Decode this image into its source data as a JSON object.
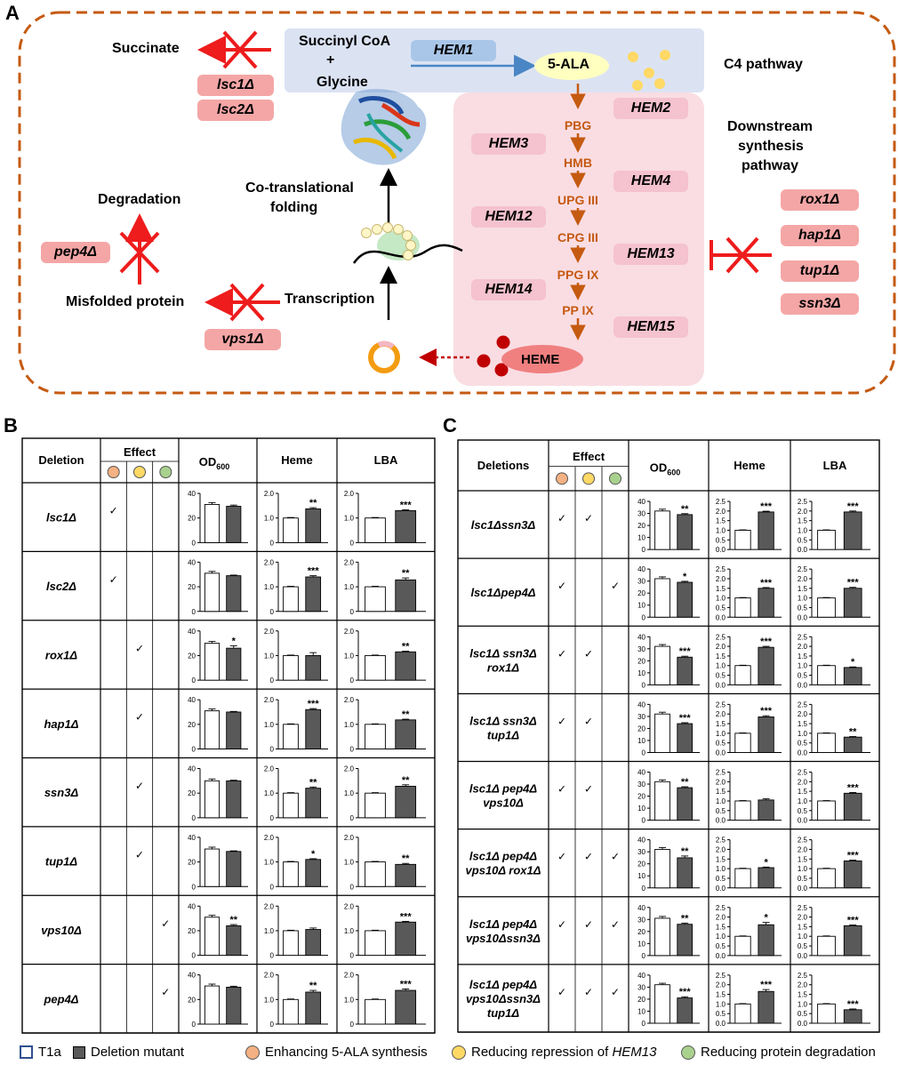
{
  "panels": {
    "a": "A",
    "b": "B",
    "c": "C"
  },
  "colors": {
    "orange": "#f4b183",
    "yellow": "#ffd966",
    "green": "#a9d18e",
    "arrow_red": "#ee1c1c",
    "pathway": "#c55a11",
    "bar_dark": "#595959"
  },
  "diagram": {
    "succinate": "Succinate",
    "succinyl": "Succinyl CoA",
    "plus": "+",
    "glycine": "Glycine",
    "hem1": "HEM1",
    "ala": "5-ALA",
    "c4": "C4 pathway",
    "downstream": [
      "Downstream",
      "synthesis",
      "pathway"
    ],
    "lsc1": "lsc1Δ",
    "lsc2": "lsc2Δ",
    "degradation": "Degradation",
    "pep4": "pep4Δ",
    "cotrans": [
      "Co-translational",
      "folding"
    ],
    "misfolded": "Misfolded protein",
    "transcription": "Transcription",
    "vps1": "vps1Δ",
    "steps": [
      "PBG",
      "HMB",
      "UPG III",
      "CPG III",
      "PPG IX",
      "PP IX"
    ],
    "heme": "HEME",
    "hem_left": [
      "HEM3",
      "HEM12",
      "HEM14"
    ],
    "hem_right": [
      "HEM2",
      "HEM4",
      "HEM13",
      "HEM15"
    ],
    "repressors": [
      "rox1Δ",
      "hap1Δ",
      "tup1Δ",
      "ssn3Δ"
    ]
  },
  "table_b": {
    "head_deletion": "Deletion",
    "head_effect": "Effect",
    "head_od": "OD",
    "head_od_sub": "600",
    "head_heme": "Heme",
    "head_lba": "LBA",
    "check": "✓",
    "rows": [
      {
        "name": "lsc1Δ",
        "effects": [
          true,
          false,
          false
        ]
      },
      {
        "name": "lsc2Δ",
        "effects": [
          true,
          false,
          false
        ]
      },
      {
        "name": "rox1Δ",
        "effects": [
          false,
          true,
          false
        ]
      },
      {
        "name": "hap1Δ",
        "effects": [
          false,
          true,
          false
        ]
      },
      {
        "name": "ssn3Δ",
        "effects": [
          false,
          true,
          false
        ]
      },
      {
        "name": "tup1Δ",
        "effects": [
          false,
          true,
          false
        ]
      },
      {
        "name": "vps10Δ",
        "effects": [
          false,
          false,
          true
        ]
      },
      {
        "name": "pep4Δ",
        "effects": [
          false,
          false,
          true
        ]
      }
    ]
  },
  "table_c": {
    "head_deletion": "Deletions",
    "head_effect": "Effect",
    "head_od": "OD",
    "head_od_sub": "600",
    "head_heme": "Heme",
    "head_lba": "LBA",
    "check": "✓",
    "rows": [
      {
        "lines": [
          "lsc1Δssn3Δ"
        ],
        "effects": [
          true,
          true,
          false
        ]
      },
      {
        "lines": [
          "lsc1Δpep4Δ"
        ],
        "effects": [
          true,
          false,
          true
        ]
      },
      {
        "lines": [
          "lsc1Δ ssn3Δ",
          "rox1Δ"
        ],
        "effects": [
          true,
          true,
          false
        ]
      },
      {
        "lines": [
          "lsc1Δ ssn3Δ",
          "tup1Δ"
        ],
        "effects": [
          true,
          true,
          false
        ]
      },
      {
        "lines": [
          "lsc1Δ pep4Δ",
          "vps10Δ"
        ],
        "effects": [
          true,
          true,
          false
        ]
      },
      {
        "lines": [
          "lsc1Δ pep4Δ",
          "vps10Δ rox1Δ"
        ],
        "effects": [
          true,
          true,
          true
        ]
      },
      {
        "lines": [
          "lsc1Δ pep4Δ",
          "vps10Δssn3Δ"
        ],
        "effects": [
          true,
          true,
          true
        ]
      },
      {
        "lines": [
          "lsc1Δ pep4Δ",
          "vps10Δssn3Δ",
          "tup1Δ"
        ],
        "effects": [
          true,
          true,
          true
        ]
      }
    ]
  },
  "chart_data": [
    {
      "type": "bar",
      "id": "B-OD600",
      "categories": [
        "T1a",
        "Deletion mutant"
      ],
      "ticks": [
        "0",
        "20",
        "40"
      ],
      "ylim": [
        0,
        40
      ],
      "rows": [
        {
          "values": [
            31,
            29.5
          ],
          "errors": [
            1.5,
            1
          ],
          "sig": ""
        },
        {
          "values": [
            31,
            29
          ],
          "errors": [
            1.5,
            0.5
          ],
          "sig": ""
        },
        {
          "values": [
            30,
            26
          ],
          "errors": [
            1.5,
            2
          ],
          "sig": "*"
        },
        {
          "values": [
            31,
            30
          ],
          "errors": [
            1.5,
            0.5
          ],
          "sig": ""
        },
        {
          "values": [
            30,
            30
          ],
          "errors": [
            1.5,
            0.5
          ],
          "sig": ""
        },
        {
          "values": [
            30.5,
            28.5
          ],
          "errors": [
            1.5,
            0.5
          ],
          "sig": ""
        },
        {
          "values": [
            31,
            24
          ],
          "errors": [
            1.5,
            1
          ],
          "sig": "**"
        },
        {
          "values": [
            31,
            30
          ],
          "errors": [
            1.5,
            0.8
          ],
          "sig": ""
        }
      ]
    },
    {
      "type": "bar",
      "id": "B-Heme",
      "categories": [
        "T1a",
        "Deletion mutant"
      ],
      "ticks": [
        "0",
        "1.0",
        "2.0"
      ],
      "ylim": [
        0,
        2
      ],
      "rows": [
        {
          "values": [
            1.0,
            1.37
          ],
          "errors": [
            0.02,
            0.05
          ],
          "sig": "**"
        },
        {
          "values": [
            1.0,
            1.4
          ],
          "errors": [
            0.02,
            0.05
          ],
          "sig": "***"
        },
        {
          "values": [
            1.0,
            1.0
          ],
          "errors": [
            0.02,
            0.12
          ],
          "sig": ""
        },
        {
          "values": [
            1.0,
            1.6
          ],
          "errors": [
            0.02,
            0.04
          ],
          "sig": "***"
        },
        {
          "values": [
            1.0,
            1.2
          ],
          "errors": [
            0.02,
            0.05
          ],
          "sig": "**"
        },
        {
          "values": [
            1.0,
            1.1
          ],
          "errors": [
            0.02,
            0.03
          ],
          "sig": "*"
        },
        {
          "values": [
            1.0,
            1.05
          ],
          "errors": [
            0.02,
            0.06
          ],
          "sig": ""
        },
        {
          "values": [
            1.0,
            1.3
          ],
          "errors": [
            0.02,
            0.07
          ],
          "sig": "**"
        }
      ]
    },
    {
      "type": "bar",
      "id": "B-LBA",
      "categories": [
        "T1a",
        "Deletion mutant"
      ],
      "ticks": [
        "0",
        "1.0",
        "2.0"
      ],
      "ylim": [
        0,
        2
      ],
      "rows": [
        {
          "values": [
            1.0,
            1.3
          ],
          "errors": [
            0.02,
            0.03
          ],
          "sig": "***"
        },
        {
          "values": [
            1.0,
            1.28
          ],
          "errors": [
            0.02,
            0.08
          ],
          "sig": "**"
        },
        {
          "values": [
            1.0,
            1.15
          ],
          "errors": [
            0.02,
            0.03
          ],
          "sig": "**"
        },
        {
          "values": [
            1.0,
            1.18
          ],
          "errors": [
            0.02,
            0.03
          ],
          "sig": "**"
        },
        {
          "values": [
            1.0,
            1.28
          ],
          "errors": [
            0.02,
            0.06
          ],
          "sig": "**"
        },
        {
          "values": [
            1.0,
            0.9
          ],
          "errors": [
            0.02,
            0.04
          ],
          "sig": "**"
        },
        {
          "values": [
            1.0,
            1.35
          ],
          "errors": [
            0.02,
            0.03
          ],
          "sig": "***"
        },
        {
          "values": [
            1.0,
            1.37
          ],
          "errors": [
            0.02,
            0.06
          ],
          "sig": "***"
        }
      ]
    },
    {
      "type": "bar",
      "id": "C-OD600",
      "categories": [
        "T1a",
        "Deletion mutant"
      ],
      "ticks": [
        "0",
        "10",
        "20",
        "30",
        "40"
      ],
      "ylim": [
        0,
        40
      ],
      "rows": [
        {
          "values": [
            32,
            29
          ],
          "errors": [
            1.5,
            0.8
          ],
          "sig": "**"
        },
        {
          "values": [
            32,
            29
          ],
          "errors": [
            1.5,
            0.8
          ],
          "sig": "*"
        },
        {
          "values": [
            32,
            23
          ],
          "errors": [
            1.5,
            0.8
          ],
          "sig": "***"
        },
        {
          "values": [
            32,
            24
          ],
          "errors": [
            1.5,
            0.8
          ],
          "sig": "***"
        },
        {
          "values": [
            32,
            27
          ],
          "errors": [
            1.5,
            0.8
          ],
          "sig": "**"
        },
        {
          "values": [
            32,
            25
          ],
          "errors": [
            1.5,
            1.5
          ],
          "sig": "**"
        },
        {
          "values": [
            31,
            26
          ],
          "errors": [
            1.5,
            1
          ],
          "sig": "**"
        },
        {
          "values": [
            32,
            21
          ],
          "errors": [
            1.2,
            1
          ],
          "sig": "***"
        }
      ]
    },
    {
      "type": "bar",
      "id": "C-Heme",
      "categories": [
        "T1a",
        "Deletion mutant"
      ],
      "ticks": [
        "0.0",
        "0.5",
        "1.0",
        "1.5",
        "2.0",
        "2.5"
      ],
      "ylim": [
        0,
        2.5
      ],
      "rows": [
        {
          "values": [
            1.0,
            1.95
          ],
          "errors": [
            0.02,
            0.04
          ],
          "sig": "***"
        },
        {
          "values": [
            1.0,
            1.5
          ],
          "errors": [
            0.02,
            0.04
          ],
          "sig": "***"
        },
        {
          "values": [
            1.0,
            1.95
          ],
          "errors": [
            0.02,
            0.05
          ],
          "sig": "***"
        },
        {
          "values": [
            1.0,
            1.85
          ],
          "errors": [
            0.02,
            0.06
          ],
          "sig": "***"
        },
        {
          "values": [
            1.0,
            1.05
          ],
          "errors": [
            0.02,
            0.06
          ],
          "sig": ""
        },
        {
          "values": [
            1.0,
            1.05
          ],
          "errors": [
            0.02,
            0.03
          ],
          "sig": "*"
        },
        {
          "values": [
            1.0,
            1.6
          ],
          "errors": [
            0.02,
            0.12
          ],
          "sig": "*"
        },
        {
          "values": [
            1.0,
            1.65
          ],
          "errors": [
            0.02,
            0.1
          ],
          "sig": "***"
        }
      ]
    },
    {
      "type": "bar",
      "id": "C-LBA",
      "categories": [
        "T1a",
        "Deletion mutant"
      ],
      "ticks": [
        "0.0",
        "0.5",
        "1.0",
        "1.5",
        "2.0",
        "2.5"
      ],
      "ylim": [
        0,
        2.5
      ],
      "rows": [
        {
          "values": [
            1.0,
            1.95
          ],
          "errors": [
            0.02,
            0.05
          ],
          "sig": "***"
        },
        {
          "values": [
            1.0,
            1.5
          ],
          "errors": [
            0.02,
            0.05
          ],
          "sig": "***"
        },
        {
          "values": [
            1.0,
            0.9
          ],
          "errors": [
            0.02,
            0.03
          ],
          "sig": "*"
        },
        {
          "values": [
            1.0,
            0.8
          ],
          "errors": [
            0.02,
            0.03
          ],
          "sig": "**"
        },
        {
          "values": [
            1.0,
            1.4
          ],
          "errors": [
            0.02,
            0.04
          ],
          "sig": "***"
        },
        {
          "values": [
            1.0,
            1.4
          ],
          "errors": [
            0.02,
            0.04
          ],
          "sig": "***"
        },
        {
          "values": [
            1.0,
            1.55
          ],
          "errors": [
            0.02,
            0.04
          ],
          "sig": "***"
        },
        {
          "values": [
            1.0,
            0.7
          ],
          "errors": [
            0.02,
            0.04
          ],
          "sig": "***"
        }
      ]
    }
  ],
  "legend": {
    "t1a": "T1a",
    "mutant": "Deletion mutant",
    "orange": "Enhancing 5-ALA synthesis",
    "yellow_prefix": "Reducing repression of ",
    "yellow_gene": "HEM13",
    "green": "Reducing protein degradation"
  }
}
